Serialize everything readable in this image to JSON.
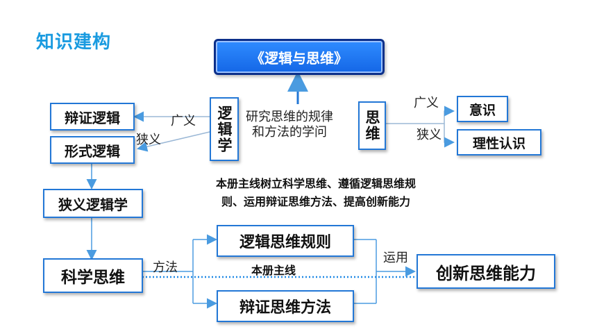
{
  "title": "知识建构",
  "top": "《逻辑与思维》",
  "logic": "逻辑学",
  "logic_definition": [
    "研究思维的规律",
    "和方法的学问"
  ],
  "thinking": "思维",
  "left": {
    "broad_label": "广义",
    "narrow_label": "狭义",
    "dialectical_logic": "辩证逻辑",
    "formal_logic": "形式逻辑",
    "narrow_logic": "狭义逻辑学"
  },
  "right": {
    "broad_label": "广义",
    "narrow_label": "狭义",
    "consciousness": "意识",
    "rational_cognition": "理性认识"
  },
  "mainline_note": [
    "本册主线树立科学思维、遵循逻辑思维规",
    "则、运用辩证思维方法、提高创新能力"
  ],
  "bottom": {
    "scientific_thinking": "科学思维",
    "method_label": "方法",
    "logic_rules": "逻辑思维规则",
    "dialectical_methods": "辩证思维方法",
    "mainline_label": "本册主线",
    "apply_label": "运用",
    "innovative_ability": "创新思维能力"
  },
  "colors": {
    "accent": "#1a9be0",
    "box_border": "#2277d6",
    "top_fill": "#1466e6",
    "line": "#5aa9e6",
    "dotted": "#1e88e5"
  }
}
